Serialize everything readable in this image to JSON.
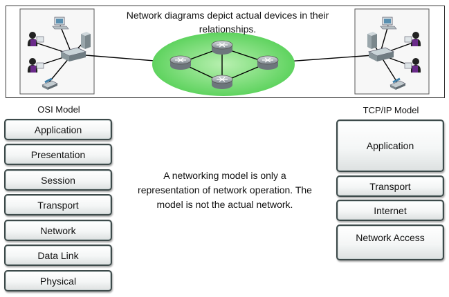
{
  "diagram": {
    "caption": "Network diagrams depict actual devices in their relationships.",
    "icons": [
      "pc-icon",
      "user-icon",
      "switch-icon",
      "router-icon",
      "ip-phone-icon",
      "server-icon"
    ]
  },
  "osi": {
    "title": "OSI Model",
    "layers": [
      "Application",
      "Presentation",
      "Session",
      "Transport",
      "Network",
      "Data Link",
      "Physical"
    ]
  },
  "tcpip": {
    "title": "TCP/IP Model",
    "layers": [
      "Application",
      "Transport",
      "Internet",
      "Network Access"
    ]
  },
  "note": "A networking model is only a representation of network operation. The model is not the actual network.",
  "colors": {
    "cloud": "#7ee27e",
    "layer_border": "#3d4a4a",
    "router": "#9aa3a8",
    "user_accent": "#6a2a8a"
  }
}
